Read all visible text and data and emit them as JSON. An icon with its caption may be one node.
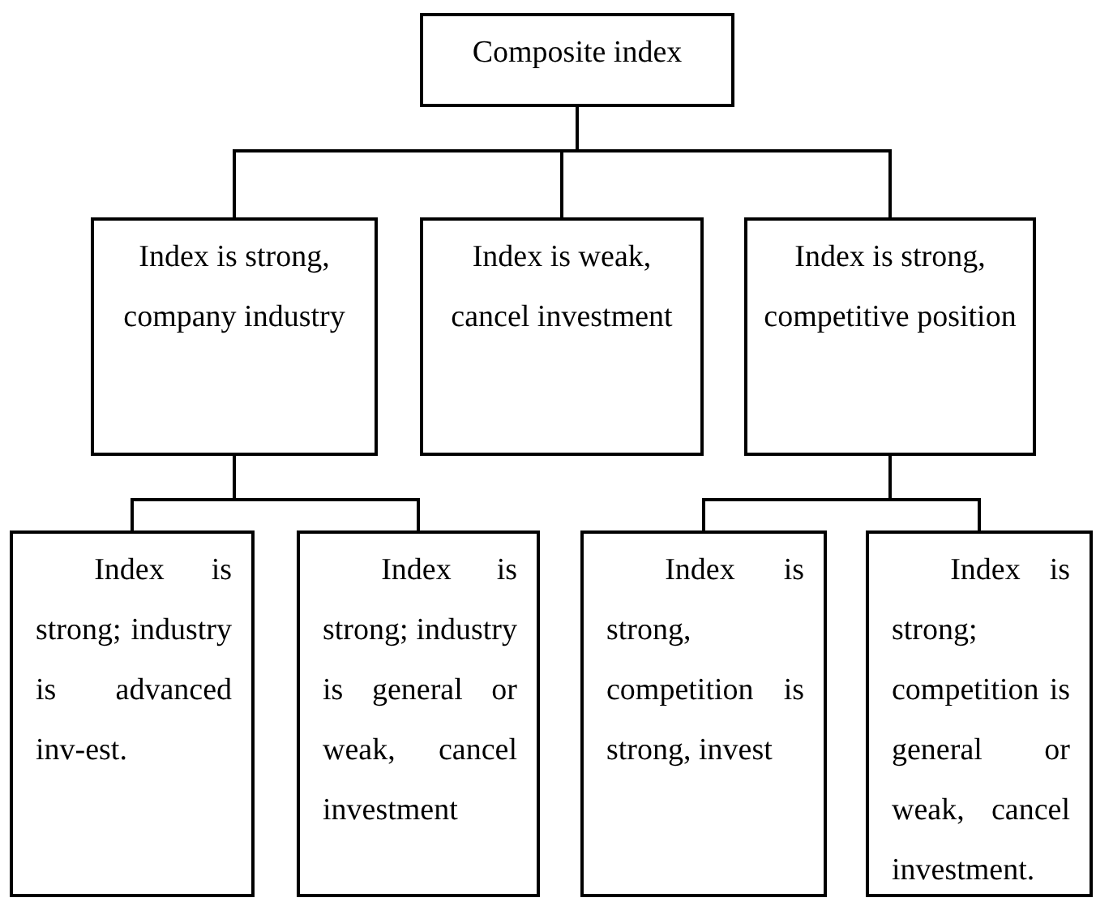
{
  "diagram": {
    "nodes": [
      {
        "text": [
          "Composite index"
        ]
      },
      {
        "text": [
          "Index is strong, company industry"
        ]
      },
      {
        "text": [
          "Index is weak, cancel investment"
        ]
      },
      {
        "text": [
          "Index is strong, competitive position"
        ]
      },
      {
        "text": [
          "Index is strong; industry is advanced inv-est."
        ]
      },
      {
        "text": [
          "Index is strong; industry is general or weak, cancel investment"
        ]
      },
      {
        "text": [
          "Index is strong, competition is strong, invest"
        ]
      },
      {
        "text": [
          "Index is strong; competition is general or weak, cancel investment."
        ]
      }
    ],
    "edges": [
      {
        "from": 0,
        "to": 1,
        "arrow": "none"
      },
      {
        "from": 0,
        "to": 2,
        "arrow": "none"
      },
      {
        "from": 0,
        "to": 3,
        "arrow": "none"
      },
      {
        "from": 1,
        "to": 4,
        "arrow": "none"
      },
      {
        "from": 1,
        "to": 5,
        "arrow": "none"
      },
      {
        "from": 3,
        "to": 6,
        "arrow": "none"
      },
      {
        "from": 3,
        "to": 7,
        "arrow": "none"
      }
    ]
  }
}
